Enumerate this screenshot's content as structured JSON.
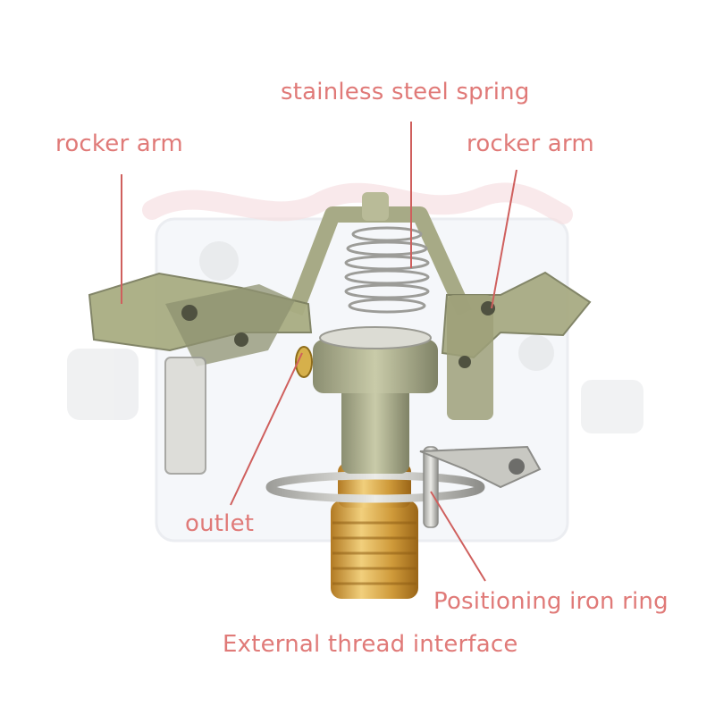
{
  "labels": {
    "spring": "stainless steel spring",
    "rocker_left": "rocker arm",
    "rocker_right": "rocker arm",
    "outlet": "outlet",
    "ring": "Positioning iron ring",
    "thread": "External thread interface"
  },
  "colors": {
    "label": "#e07a78",
    "leader": "#cf5f5d",
    "body": "#b5b795",
    "body_dark": "#7d8066",
    "metal": "#c9c9c4",
    "brass": "#d2a346"
  }
}
